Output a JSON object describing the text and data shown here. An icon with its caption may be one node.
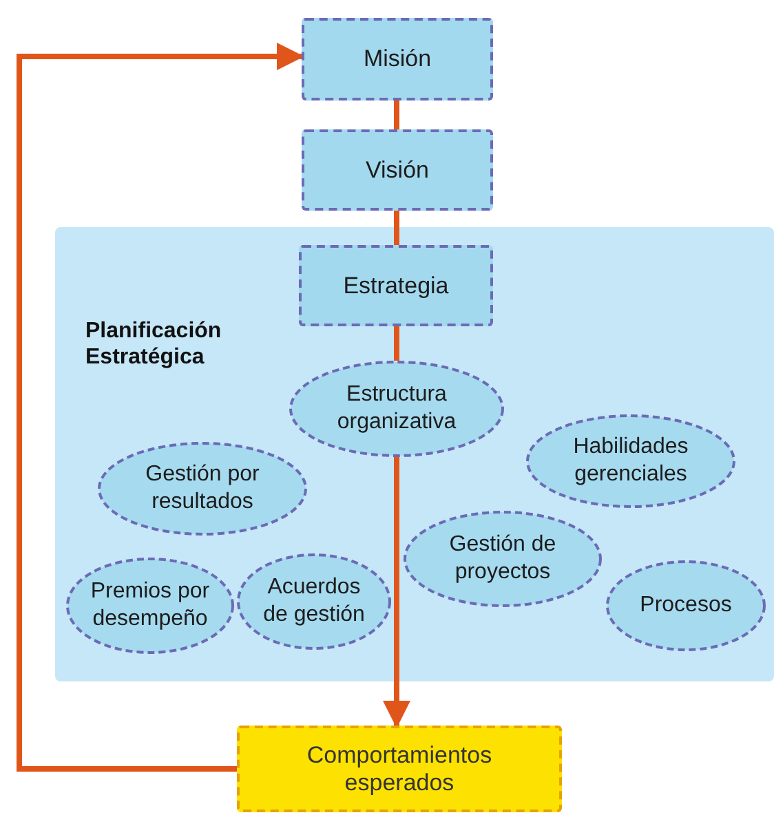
{
  "diagram": {
    "nodes": [
      {
        "text": [
          "Misión"
        ]
      },
      {
        "text": [
          "Visión"
        ]
      },
      {
        "text": [
          "Planificación Estratégica"
        ]
      },
      {
        "text": [
          "Estrategia"
        ],
        "in": 2
      },
      {
        "text": [
          "Estructura organizativa"
        ],
        "in": 2
      },
      {
        "text": [
          "Habilidades gerenciales"
        ],
        "in": 2
      },
      {
        "text": [
          "Gestión por resultados"
        ],
        "in": 2
      },
      {
        "text": [
          "Gestión de proyectos"
        ],
        "in": 2
      },
      {
        "text": [
          "Acuerdos de gestión"
        ],
        "in": 2
      },
      {
        "text": [
          "Premios por desempeño"
        ],
        "in": 2
      },
      {
        "text": [
          "Procesos"
        ],
        "in": 2
      },
      {
        "text": [
          "Comportamientos esperados"
        ]
      }
    ],
    "edges": [
      {
        "from": 0,
        "to": 1,
        "arrow": "none"
      },
      {
        "from": 1,
        "to": 3,
        "arrow": "none"
      },
      {
        "from": 3,
        "to": 4,
        "arrow": "none"
      },
      {
        "from": 4,
        "to": 11,
        "arrow": "to"
      },
      {
        "from": 11,
        "to": 0,
        "arrow": "to"
      }
    ]
  }
}
